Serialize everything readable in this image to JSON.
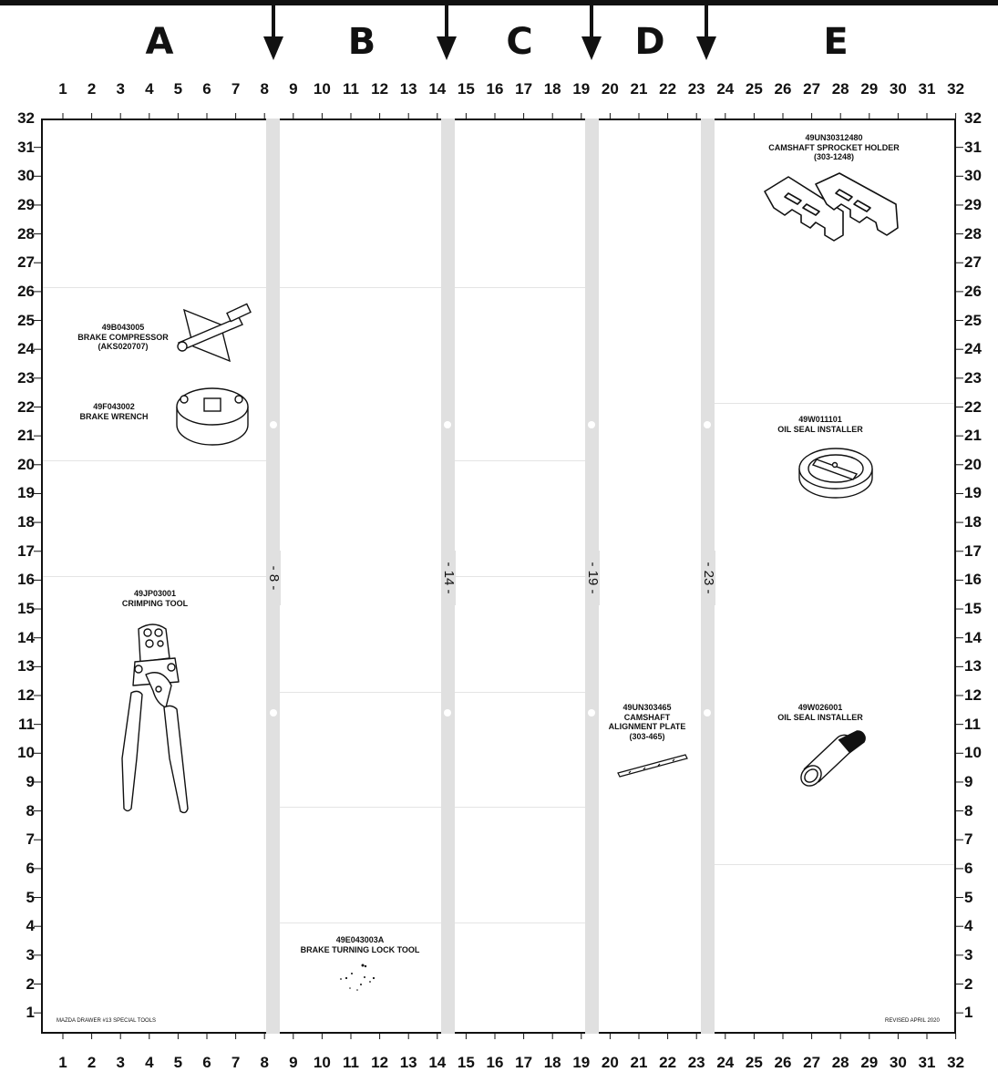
{
  "sections": [
    "A",
    "B",
    "C",
    "D",
    "E"
  ],
  "column_numbers": [
    "1",
    "2",
    "3",
    "4",
    "5",
    "6",
    "7",
    "8",
    "9",
    "10",
    "11",
    "12",
    "13",
    "14",
    "15",
    "16",
    "17",
    "18",
    "19",
    "20",
    "21",
    "22",
    "23",
    "24",
    "25",
    "26",
    "27",
    "28",
    "29",
    "30",
    "31",
    "32"
  ],
  "row_numbers": [
    "32",
    "31",
    "30",
    "29",
    "28",
    "27",
    "26",
    "25",
    "24",
    "23",
    "22",
    "21",
    "20",
    "19",
    "18",
    "17",
    "16",
    "15",
    "14",
    "13",
    "12",
    "11",
    "10",
    "9",
    "8",
    "7",
    "6",
    "5",
    "4",
    "3",
    "2",
    "1"
  ],
  "dividers": [
    "- 8 -",
    "- 14 -",
    "- 19 -",
    "- 23 -"
  ],
  "tools": [
    {
      "part": "49UN30312480",
      "name": "CAMSHAFT SPROCKET HOLDER",
      "ref": "(303-1248)",
      "icon": "sprocket-holder-icon"
    },
    {
      "part": "49B043005",
      "name": "BRAKE COMPRESSOR",
      "ref": "(AKS020707)",
      "icon": "brake-compressor-icon"
    },
    {
      "part": "49F043002",
      "name": "BRAKE WRENCH",
      "icon": "brake-wrench-icon"
    },
    {
      "part": "49W011101",
      "name": "OIL SEAL INSTALLER",
      "icon": "oil-seal-installer-icon"
    },
    {
      "part": "49JP03001",
      "name": "CRIMPING TOOL",
      "icon": "crimping-tool-icon"
    },
    {
      "part": "49UN303465",
      "name": "CAMSHAFT",
      "name2": "ALIGNMENT PLATE",
      "ref": "(303-465)",
      "icon": "alignment-plate-icon"
    },
    {
      "part": "49W026001",
      "name": "OIL SEAL INSTALLER",
      "icon": "oil-seal-installer-icon"
    },
    {
      "part": "49E043003A",
      "name": "BRAKE TURNING LOCK TOOL",
      "icon": "brake-turning-lock-icon"
    }
  ],
  "footer": {
    "left": "MAZDA   DRAWER #13 SPECIAL TOOLS",
    "right": "REVISED APRIL 2020"
  },
  "colors": {
    "ink": "#111111",
    "divider": "#e0e0e0",
    "gridline": "#e4e4e4"
  }
}
